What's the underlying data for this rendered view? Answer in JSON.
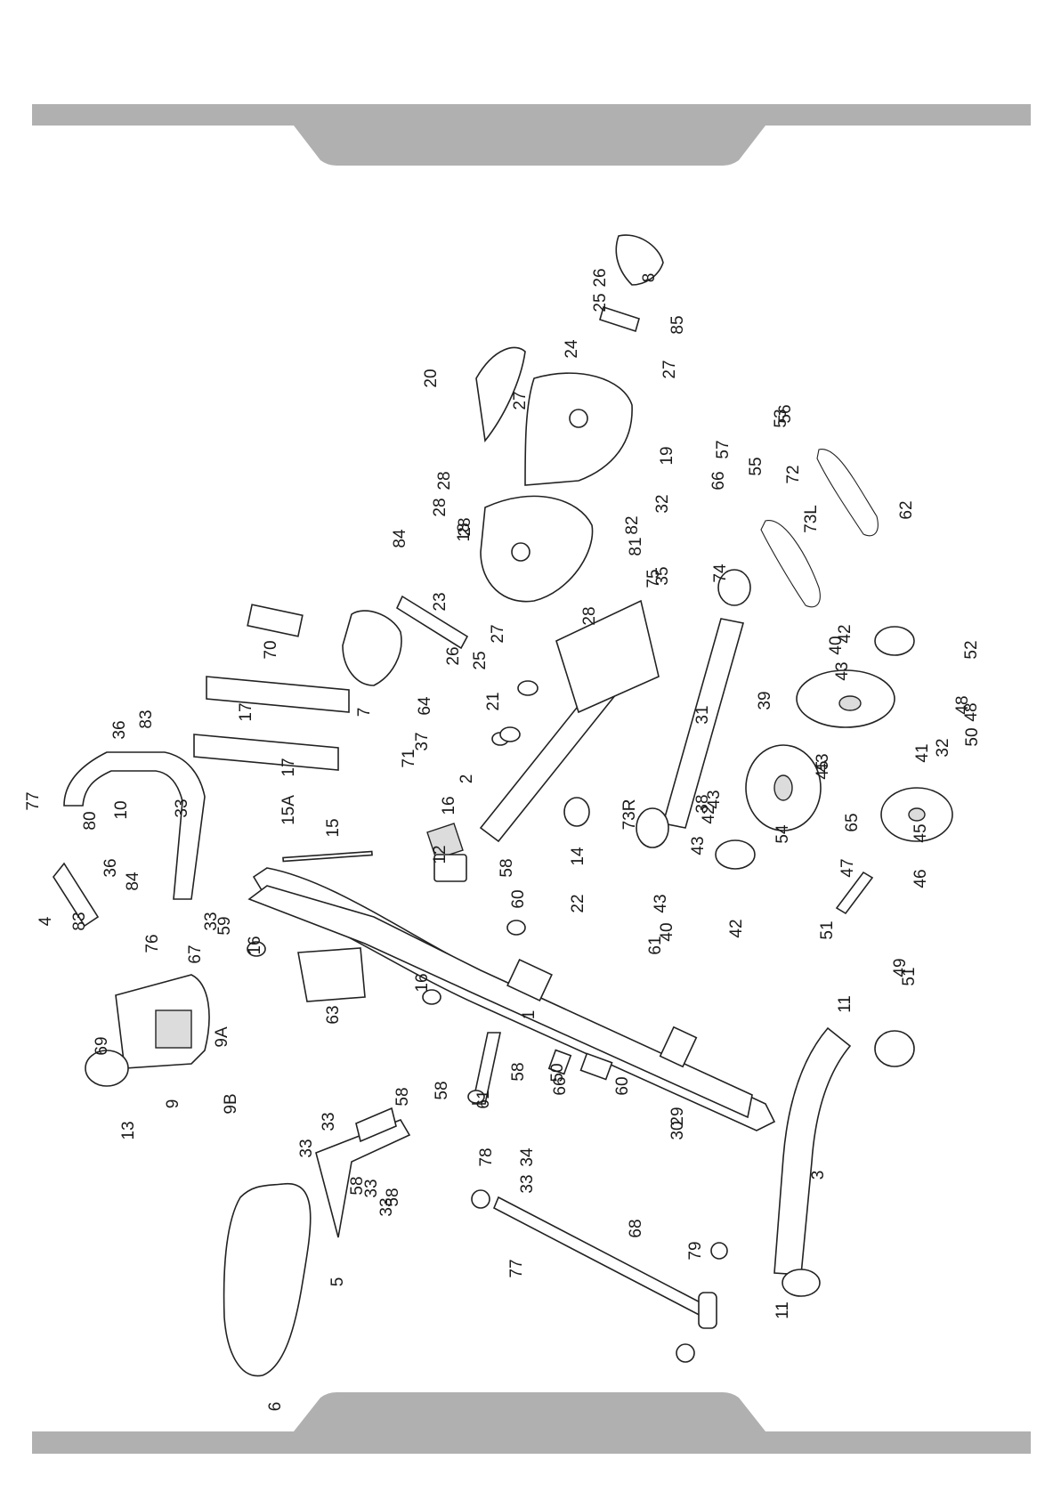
{
  "diagram": {
    "type": "exploded-parts-diagram",
    "colors": {
      "band": "#b0b0b0",
      "ink": "#1a1a1a",
      "paper": "#ffffff"
    },
    "part_labels": [
      "1",
      "2",
      "3",
      "4",
      "5",
      "6",
      "7",
      "8",
      "9",
      "9A",
      "9B",
      "10",
      "11",
      "11",
      "12",
      "13",
      "14",
      "15",
      "15A",
      "16",
      "16",
      "16",
      "17",
      "17",
      "18",
      "19",
      "20",
      "21",
      "22",
      "23",
      "24",
      "25",
      "25",
      "26",
      "26",
      "27",
      "27",
      "27",
      "28",
      "28",
      "28",
      "28",
      "29",
      "30",
      "31",
      "32",
      "32",
      "33",
      "33",
      "33",
      "33",
      "33",
      "33",
      "33",
      "34",
      "35",
      "36",
      "36",
      "37",
      "38",
      "39",
      "40",
      "40",
      "41",
      "42",
      "42",
      "42",
      "43",
      "43",
      "43",
      "43",
      "43",
      "45",
      "45",
      "46",
      "47",
      "48",
      "48",
      "49",
      "50",
      "50",
      "51",
      "51",
      "52",
      "53",
      "54",
      "55",
      "56",
      "57",
      "58",
      "58",
      "58",
      "58",
      "58",
      "58",
      "59",
      "60",
      "60",
      "61",
      "61",
      "62",
      "63",
      "64",
      "65",
      "66",
      "66",
      "67",
      "68",
      "69",
      "70",
      "71",
      "72",
      "73L",
      "73R",
      "74",
      "75",
      "76",
      "77",
      "77",
      "78",
      "79",
      "80",
      "81",
      "82",
      "83",
      "83",
      "84",
      "84",
      "85"
    ]
  }
}
